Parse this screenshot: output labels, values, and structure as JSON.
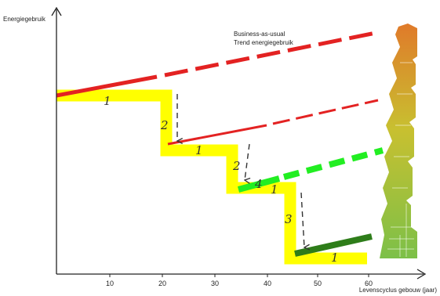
{
  "axes": {
    "y_label": "Energiegebruik",
    "x_label": "Levenscyclus gebouw (jaar)",
    "x_ticks": [
      "10",
      "20",
      "30",
      "40",
      "50",
      "60"
    ]
  },
  "annotation": {
    "line1": "Business-as-usual",
    "line2": "Trend energiegebruik"
  },
  "steps": {
    "s1": "1",
    "s2": "2",
    "s3": "1",
    "s4": "2",
    "s5": "4",
    "s6": "1",
    "s7": "3",
    "s8": "1"
  },
  "colors": {
    "business_as_usual": "#e32222",
    "step_path": "#ffff00",
    "green_trend": "#22ee22",
    "dark_green_trend": "#2e7d1a",
    "axis": "#222222",
    "building_top": "#e07a2a",
    "building_bottom": "#80c040"
  },
  "icons": {
    "building": "building-silhouette",
    "arrow": "dashed-down-arrow"
  }
}
